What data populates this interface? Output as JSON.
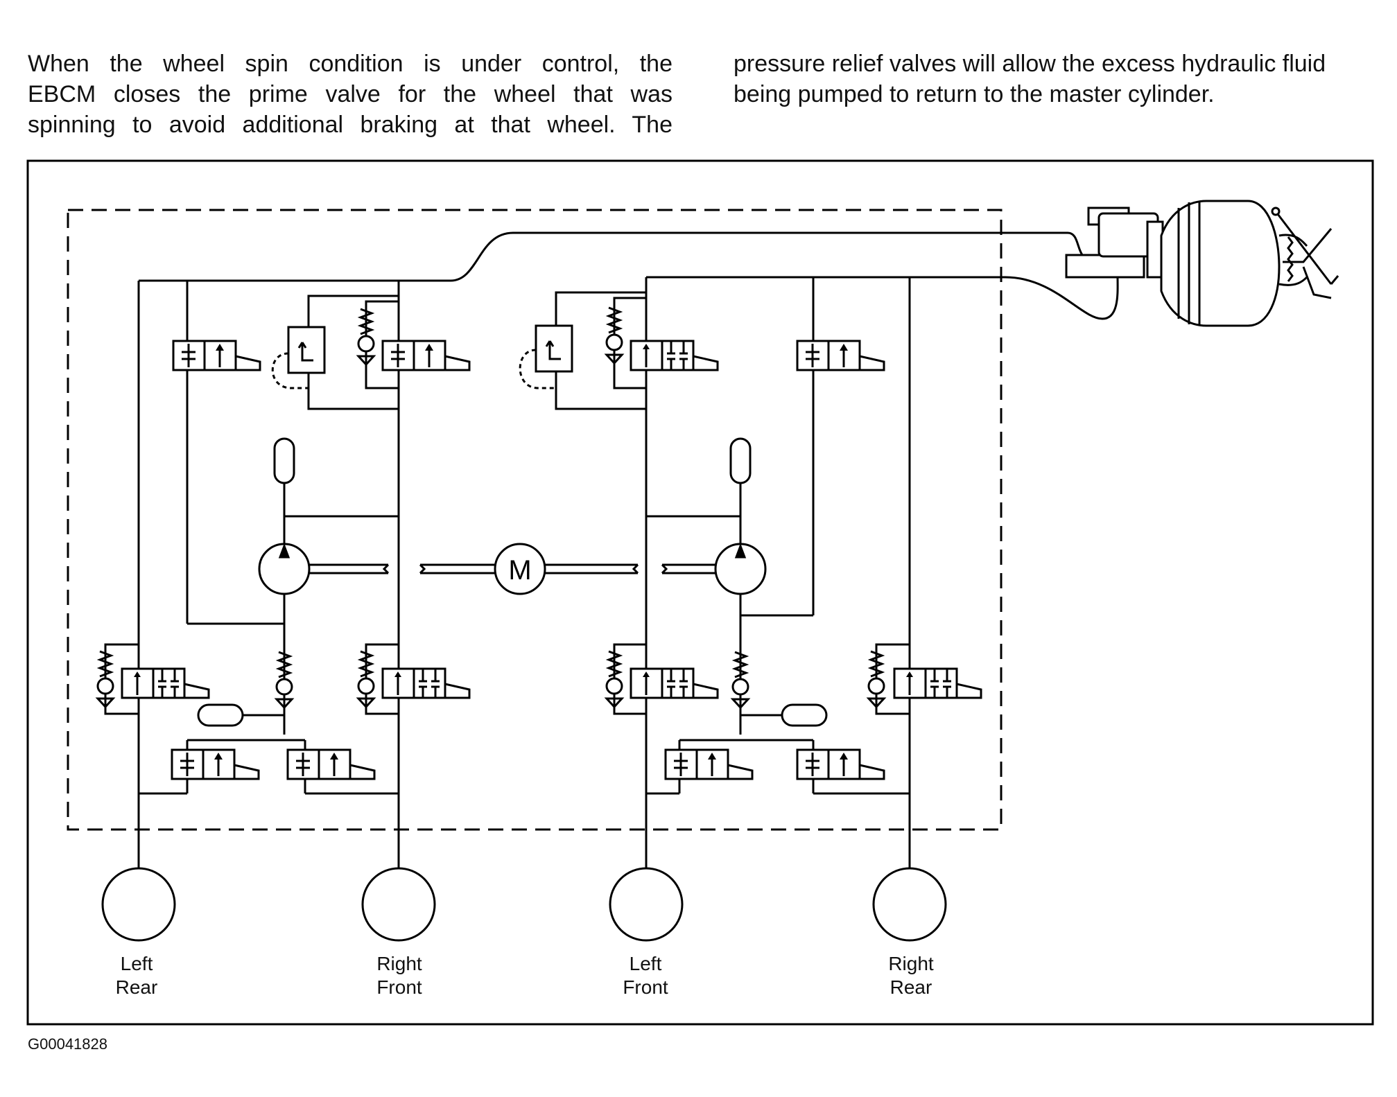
{
  "paragraph_left": [
    "When the wheel spin condition is under control, the",
    "EBCM closes the prime valve for the wheel that was",
    "spinning to avoid additional braking at that wheel. The"
  ],
  "paragraph_right": [
    "pressure relief valves will allow the excess hydraulic fluid",
    "being pumped to return to the master cylinder."
  ],
  "motor_label": "M",
  "wheels": [
    {
      "line1": "Left",
      "line2": "Rear"
    },
    {
      "line1": "Right",
      "line2": "Front"
    },
    {
      "line1": "Left",
      "line2": "Front"
    },
    {
      "line1": "Right",
      "line2": "Rear"
    }
  ],
  "figure_id": "G00041828"
}
